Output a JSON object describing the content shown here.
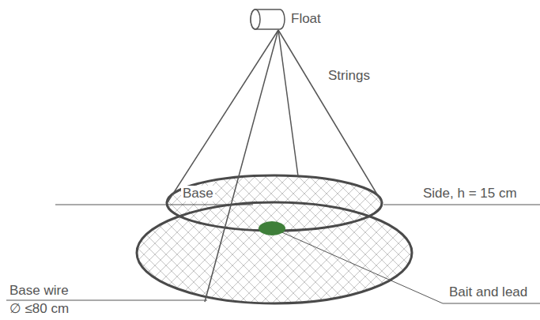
{
  "diagram": {
    "labels": [
      "Float",
      "Strings",
      "Base",
      "Side, h = 15 cm",
      "Base wire ∅ ≤80 cm",
      "Bait and lead"
    ]
  }
}
